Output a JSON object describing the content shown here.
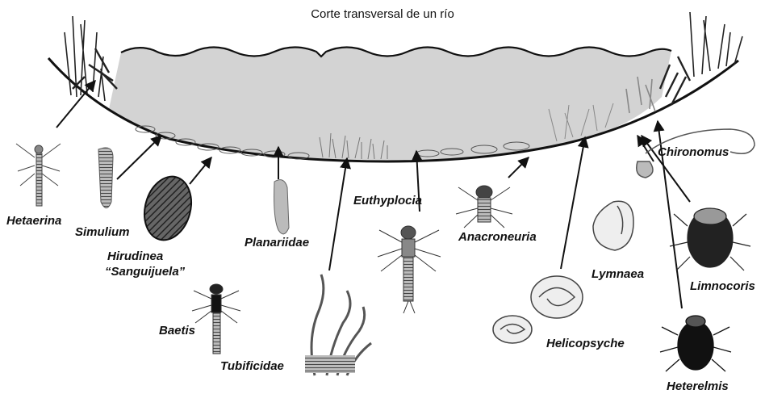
{
  "title": "Corte transversal de un río",
  "organisms": [
    {
      "id": "hetaerina",
      "label": "Hetaerina"
    },
    {
      "id": "simulium",
      "label": "Simulium"
    },
    {
      "id": "hirudinea",
      "label": "Hirudinea",
      "sublabel": "“Sanguijuela”"
    },
    {
      "id": "planariidae",
      "label": "Planariidae"
    },
    {
      "id": "baetis",
      "label": "Baetis"
    },
    {
      "id": "tubificidae",
      "label": "Tubificidae"
    },
    {
      "id": "euthyplocia",
      "label": "Euthyplocia"
    },
    {
      "id": "anacroneuria",
      "label": "Anacroneuria"
    },
    {
      "id": "chironomus",
      "label": "Chironomus"
    },
    {
      "id": "lymnaea",
      "label": "Lymnaea"
    },
    {
      "id": "limnocoris",
      "label": "Limnocoris"
    },
    {
      "id": "helicopsyche",
      "label": "Helicopsyche"
    },
    {
      "id": "heterelmis",
      "label": "Heterelmis"
    }
  ],
  "colors": {
    "water": "#d3d3d3",
    "ink": "#111111",
    "background": "#ffffff"
  }
}
